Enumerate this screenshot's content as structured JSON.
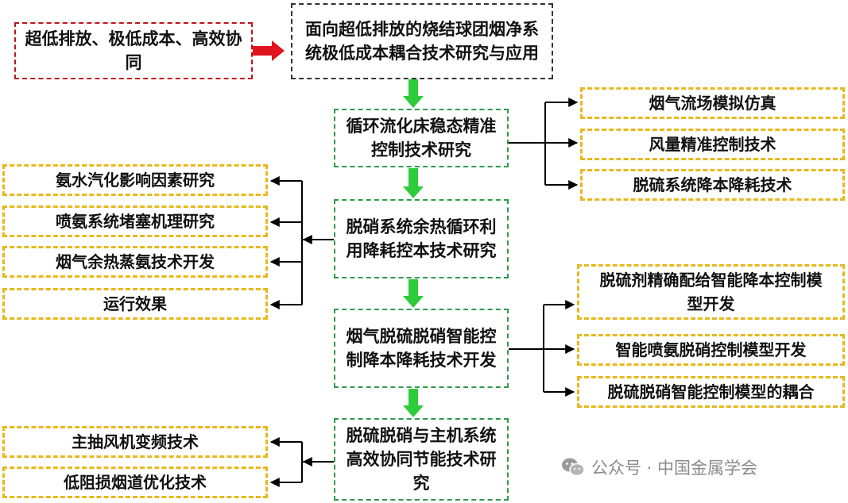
{
  "colors": {
    "red": "#c0141c",
    "green": "#2ecc3a",
    "yellow": "#e8b81c",
    "teal": "#2e9a4a"
  },
  "goal": "超低排放、极低成本、高效协同",
  "main_title": "面向超低排放的烧结球团烟净系统极低成本耦合技术研究与应用",
  "steps": [
    "循环流化床稳态精准控制技术研究",
    "脱硝系统余热循环利用降耗控本技术研究",
    "烟气脱硫脱硝智能控制降本降耗技术开发",
    "脱硫脱硝与主机系统高效协同节能技术研究"
  ],
  "branch1": [
    "烟气流场模拟仿真",
    "风量精准控制技术",
    "脱硫系统降本降耗技术"
  ],
  "branch2": [
    "氨水汽化影响因素研究",
    "喷氨系统堵塞机理研究",
    "烟气余热蒸氨技术开发",
    "运行效果"
  ],
  "branch3": [
    "脱硫剂精确配给智能降本控制模型开发",
    "智能喷氨脱硝控制模型开发",
    "脱硫脱硝智能控制模型的耦合"
  ],
  "branch4": [
    "主抽风机变频技术",
    "低阻损烟道优化技术"
  ],
  "watermark": {
    "icon": "wechat-icon",
    "text": "公众号 · 中国金属学会"
  }
}
